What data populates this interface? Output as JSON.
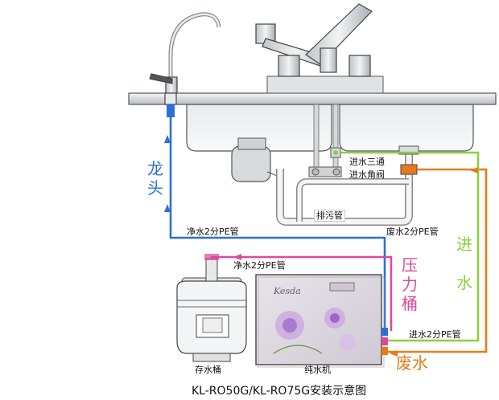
{
  "diagram": {
    "caption": "KL-RO50G/KL-RO75G安装示意图",
    "labels": {
      "faucet_vertical": "龙头",
      "pure_water_pipe_1": "净水2分PE管",
      "pure_water_pipe_2": "净水2分PE管",
      "pressure_tank_vertical": "压力桶",
      "inlet_vertical": "进水",
      "waste_vertical": "废水",
      "waste_pipe": "废水2分PE管",
      "inlet_pipe": "进水2分PE管",
      "drain_pipe": "排污管",
      "inlet_tee": "进水三通",
      "inlet_valve": "进水角阀",
      "storage_tank": "存水桶",
      "purifier": "纯水机",
      "brand": "Kesda"
    },
    "colors": {
      "pure": "#2e6fd6",
      "waste": "#e77a1c",
      "inlet": "#8dcf3e",
      "tank": "#e0479e",
      "outline": "#333333"
    }
  }
}
